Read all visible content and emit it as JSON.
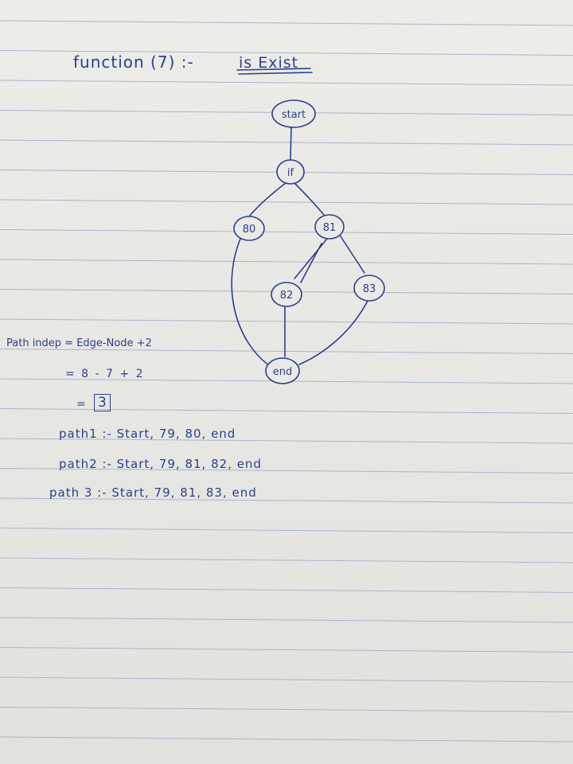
{
  "heading": {
    "title": "function (7) :-",
    "subtitle": "is Exist"
  },
  "graph": {
    "nodes": {
      "start": "start",
      "if": "if",
      "n80": "80",
      "n81": "81",
      "n82": "82",
      "n83": "83",
      "end": "end"
    }
  },
  "formula": {
    "equation": "Path indep = Edge-Node +2",
    "calculation": "= 8 - 7 + 2",
    "result_eq": "=",
    "result": "3"
  },
  "paths": [
    "path1 :- Start, 79, 80, end",
    "path2 :- Start, 79, 81, 82, end",
    "path 3 :- Start, 79, 81, 83, end"
  ],
  "colors": {
    "ink": "#2d3f8c",
    "rule_line": "#a9b6c8",
    "paper": "#e7e7e3"
  }
}
